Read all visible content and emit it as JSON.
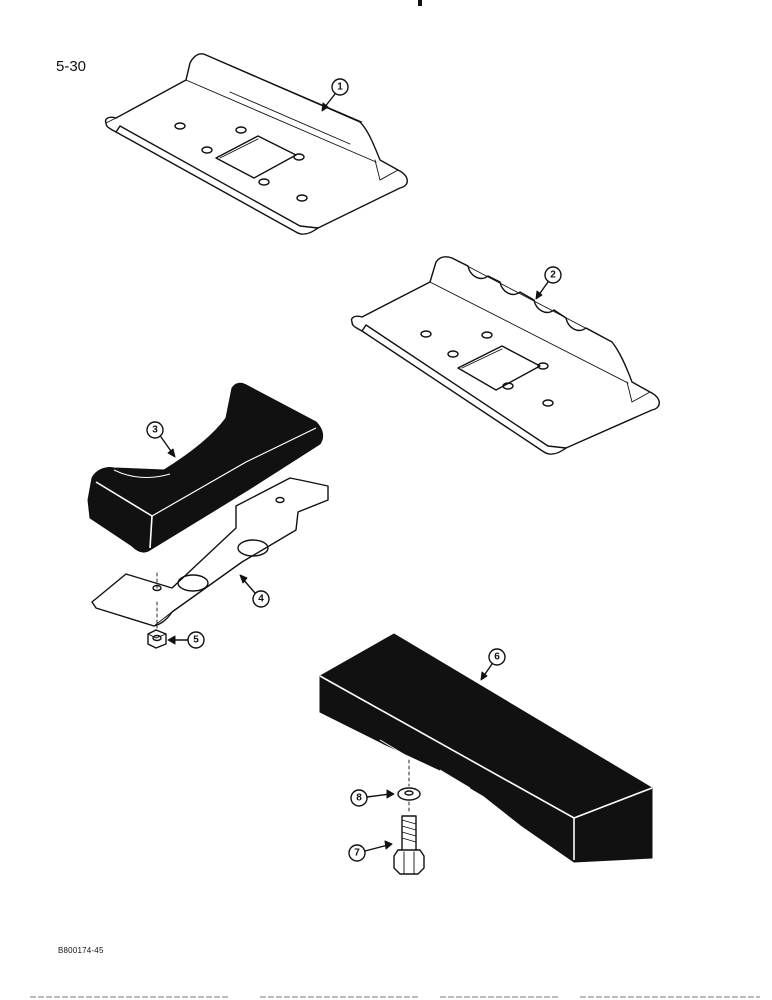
{
  "page": {
    "page_number": "5-30",
    "document_code": "B800174-45"
  },
  "callouts": [
    {
      "number": "1",
      "part": "steel grouser shoe"
    },
    {
      "number": "2",
      "part": "steel grouser shoe with notches"
    },
    {
      "number": "3",
      "part": "rubber pad"
    },
    {
      "number": "4",
      "part": "mounting plate"
    },
    {
      "number": "5",
      "part": "nut"
    },
    {
      "number": "6",
      "part": "rubber block"
    },
    {
      "number": "7",
      "part": "bolt"
    },
    {
      "number": "8",
      "part": "washer"
    }
  ],
  "colors": {
    "ink": "#111111",
    "paper": "#ffffff"
  }
}
